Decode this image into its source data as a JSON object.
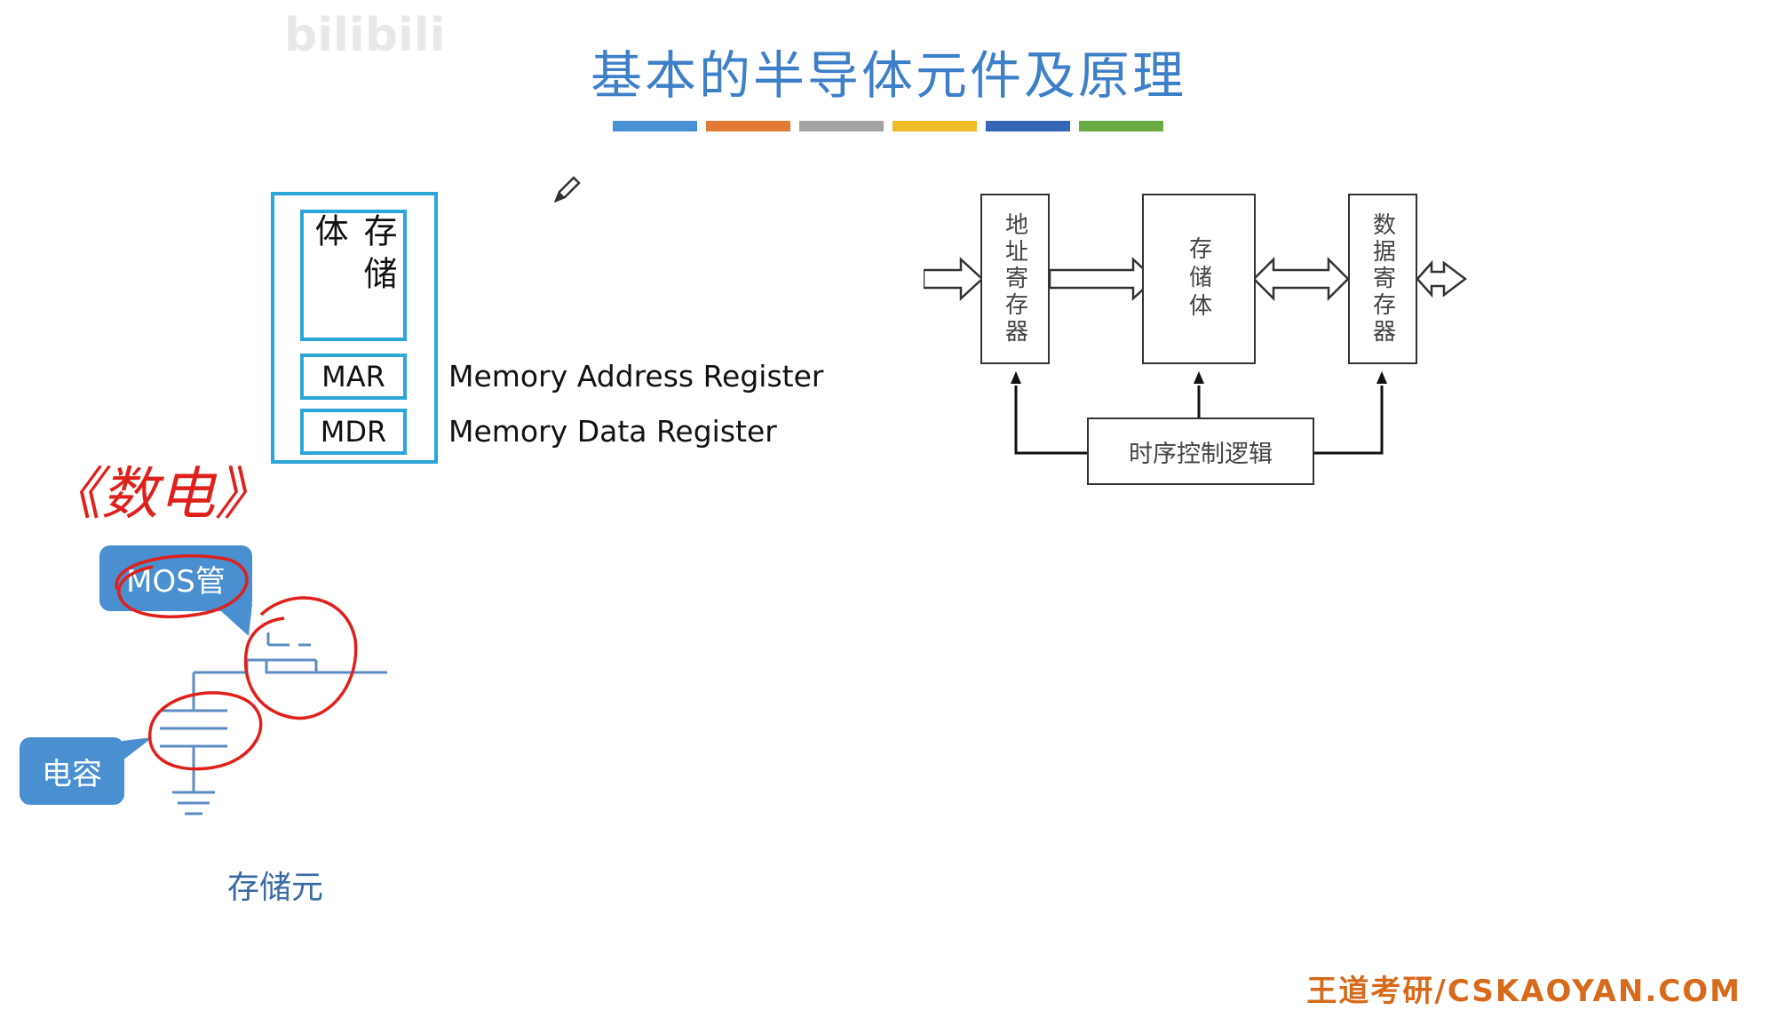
{
  "title": "基本的半导体元件及原理",
  "title_stripe_colors": [
    "#4a90d4",
    "#e07a35",
    "#a4a4a4",
    "#f0bc2a",
    "#3566b5",
    "#6aab43"
  ],
  "watermark": "bilibili",
  "memory_block": {
    "storage_label": "存储体",
    "mar_label": "MAR",
    "mdr_label": "MDR",
    "mar_full": "Memory Address Register",
    "mdr_full": "Memory Data Register",
    "border_color": "#2aa6d8"
  },
  "circuit": {
    "mos_callout": "MOS管",
    "capacitor_callout": "电容",
    "cell_caption": "存储元",
    "callout_color": "#4a8fd0"
  },
  "handwriting": {
    "note": "《数电》",
    "ink_color": "#e0201a"
  },
  "block_diagram": {
    "address_register": "地址寄存器",
    "storage": "存储体",
    "data_register": "数据寄存器",
    "timing_logic": "时序控制逻辑"
  },
  "footer": "王道考研/CSKAOYAN.COM",
  "icons": [
    "pencil-cursor-icon",
    "ground-icon",
    "capacitor-icon",
    "mos-transistor-icon"
  ]
}
